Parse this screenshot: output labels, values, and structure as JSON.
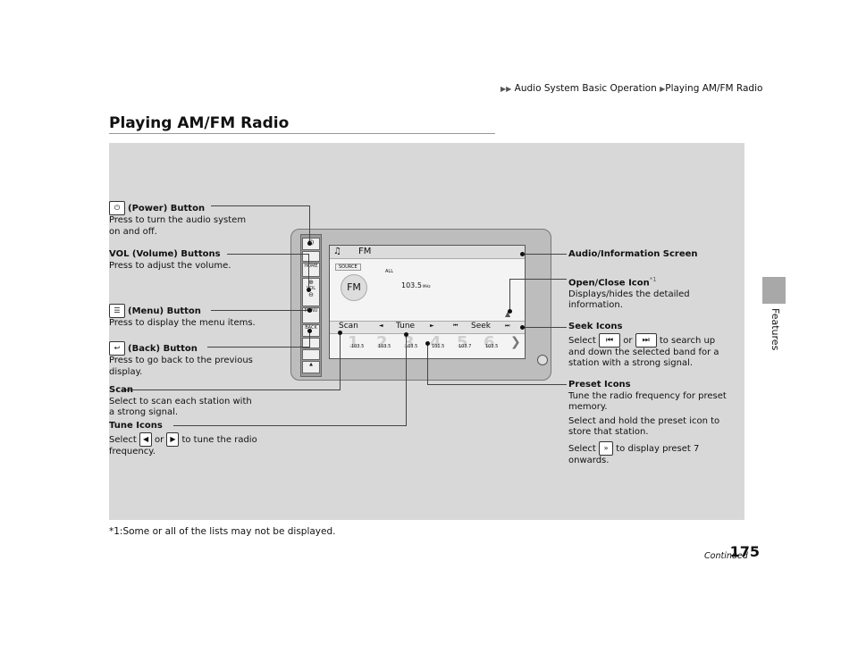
{
  "breadcrumb": {
    "part1": "Audio System Basic Operation",
    "part2": "Playing AM/FM Radio"
  },
  "page": {
    "number": "175",
    "continued": "Continued",
    "section": "Features"
  },
  "title": "Playing AM/FM Radio",
  "footnote": "*1:Some or all of the lists may not be displayed.",
  "callouts": {
    "power": {
      "name": "(Power) Button",
      "desc1": "Press to turn the audio system",
      "desc2": "on and off."
    },
    "vol": {
      "name": "VOL (Volume) Buttons",
      "desc1": "Press to adjust the volume."
    },
    "menu": {
      "name": "(Menu) Button",
      "desc1": "Press to display the menu items."
    },
    "back": {
      "name": "(Back) Button",
      "desc1": "Press to go back to the previous",
      "desc2": "display."
    },
    "scan": {
      "name": "Scan",
      "desc1": "Select to scan each station with",
      "desc2": "a strong signal."
    },
    "tune": {
      "name": "Tune Icons",
      "desc1a": "Select",
      "desc1b": "or",
      "desc1c": "to tune the radio",
      "desc2": "frequency."
    },
    "screen": {
      "name": "Audio/Information Screen"
    },
    "openclose": {
      "name": "Open/Close Icon",
      "sup": "*1",
      "desc1": "Displays/hides the detailed",
      "desc2": "information."
    },
    "seek": {
      "name": "Seek Icons",
      "desc1a": "Select",
      "desc1b": "or",
      "desc1c": "to search up",
      "desc2": "and down the selected band for a",
      "desc3": "station with a strong signal."
    },
    "preset": {
      "name": "Preset Icons",
      "desc1": "Tune the radio frequency for preset",
      "desc2": "memory.",
      "desc3": "Select and hold the preset icon to",
      "desc4": "store that station.",
      "desc5a": "Select",
      "desc5b": "to display preset 7",
      "desc6": "onwards."
    }
  },
  "device_screen": {
    "band": "FM",
    "source": "SOURCE",
    "all": "ALL",
    "freq": "103.5",
    "unit": "MHz",
    "scan": "Scan",
    "tune": "Tune",
    "seek": "Seek",
    "presets": [
      "103.5",
      "103.5",
      "103.5",
      "101.5",
      "103.7",
      "103.5"
    ],
    "preset_nums": [
      "1",
      "2",
      "3",
      "4",
      "5",
      "6"
    ]
  },
  "device_buttons": {
    "home": "HOME",
    "vol": "VOL",
    "menu": "MENU",
    "back": "BACK"
  }
}
